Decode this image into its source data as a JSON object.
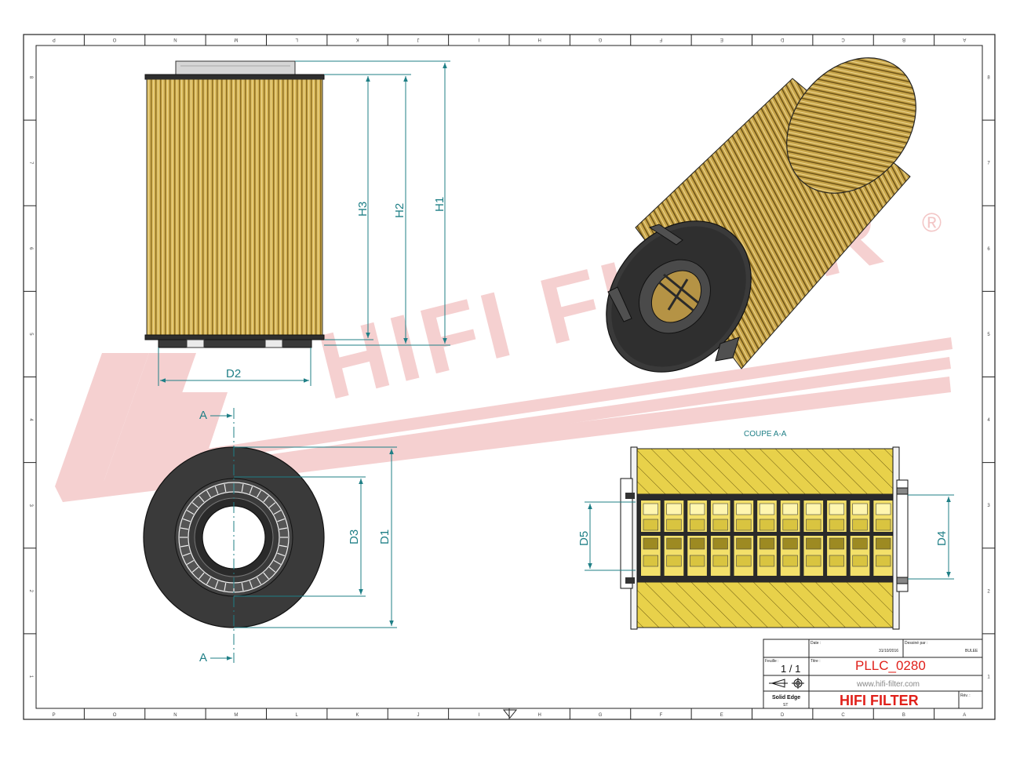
{
  "border": {
    "top_markers": [
      "A",
      "B",
      "C",
      "D",
      "E",
      "F",
      "G",
      "H",
      "I",
      "J",
      "K",
      "L",
      "M",
      "N",
      "O",
      "P"
    ],
    "bottom_markers": [
      "P",
      "O",
      "N",
      "M",
      "L",
      "K",
      "J",
      "I",
      "H",
      "G",
      "F",
      "E",
      "D",
      "C",
      "B",
      "A"
    ],
    "left_markers": [
      "8",
      "7",
      "6",
      "5",
      "4",
      "3",
      "2",
      "1"
    ],
    "right_markers": [
      "8",
      "7",
      "6",
      "5",
      "4",
      "3",
      "2",
      "1"
    ]
  },
  "watermark": {
    "text": "HIFI FILTER",
    "mark": "®",
    "color": "#f2c2c2"
  },
  "dimensions": {
    "h1": "H1",
    "h2": "H2",
    "h3": "H3",
    "d1": "D1",
    "d2": "D2",
    "d3": "D3",
    "d4": "D4",
    "d5": "D5",
    "section_a": "A",
    "section_title": "COUPE A-A"
  },
  "colors": {
    "dimension": "#1f7f86",
    "filter_media": "#d8b85a",
    "media_stripe": "#8a6a1e",
    "end_cap": "#3a3a3a",
    "section_media": "#e8d14a",
    "title_red": "#e0201a"
  },
  "title_block": {
    "date_label": "Date :",
    "date_value": "31/10/2016",
    "drawn_by_label": "Dessiné par :",
    "drawn_by_value": "BULEE",
    "sheet_label": "Feuille :",
    "sheet_value": "1 / 1",
    "title_label": "Titre :",
    "title_value": "PLLC_0280",
    "website": "www.hifi-filter.com",
    "software": "Solid Edge",
    "software_sub": "ST",
    "company": "HIFI FILTER",
    "rev_label": "Rév. :"
  }
}
